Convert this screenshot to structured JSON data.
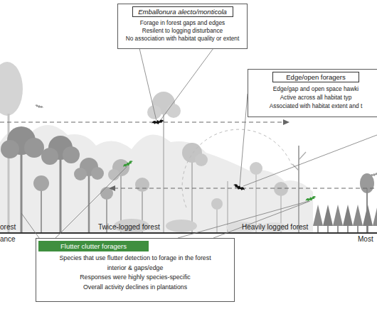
{
  "diagram": {
    "nodes": [
      {
        "text": [
          "Emballonura alecto/monticola",
          "Forage in forest gaps and edges",
          "Resilent to logging disturbance",
          "No association with habitat quality or extent"
        ]
      },
      {
        "text": [
          "Edge/open foragers",
          "Edge/gap and open space hawki",
          "Active across all habitat typ",
          "Associated with habitat extent and t"
        ]
      },
      {
        "text": [
          "Flutter clutter foragers",
          "Species that use flutter detection to forage in the forest interior & gaps/edge",
          "Responses were highly species-specific",
          "Overall activity declines in plantations"
        ]
      }
    ],
    "labels": [
      "orest",
      "Twice-logged forest",
      "Heavily logged forest",
      "Most",
      "ance"
    ]
  }
}
